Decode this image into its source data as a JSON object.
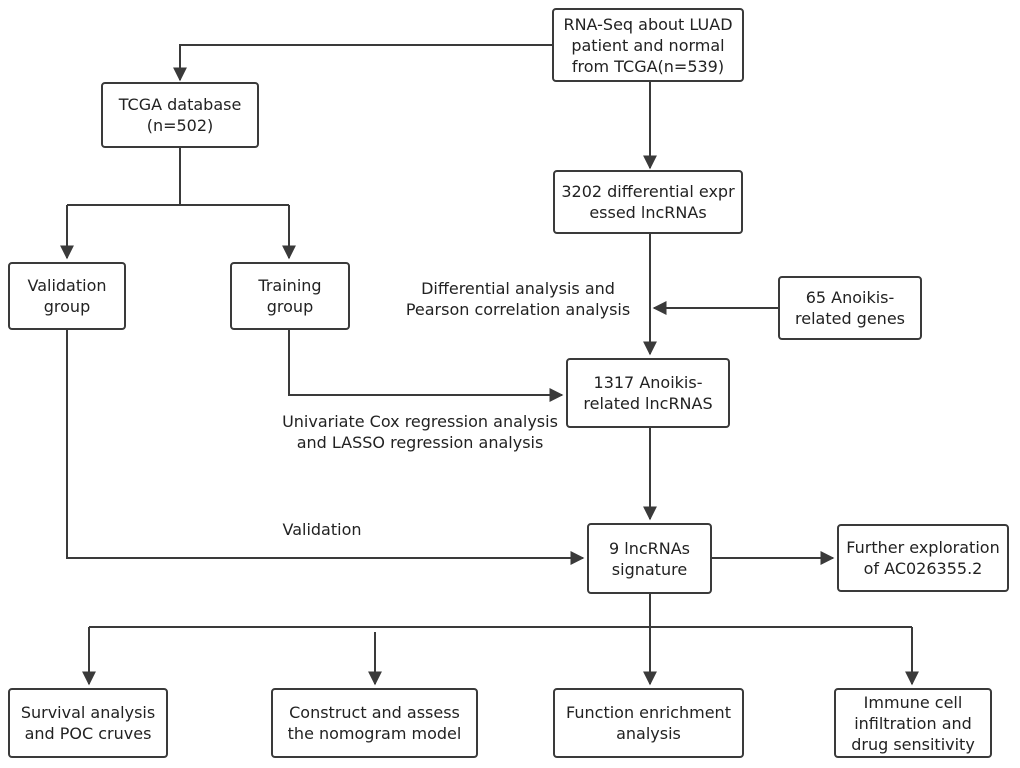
{
  "nodes": {
    "rna_seq": "RNA-Seq about LUAD\npatient and normal\nfrom TCGA(n=539)",
    "tcga_db": "TCGA database\n(n=502)",
    "diff_lnc": "3202 differential expr\nessed lncRNAs",
    "validation_group": "Validation\ngroup",
    "training_group": "Training\ngroup",
    "anoikis_genes": "65 Anoikis-\nrelated genes",
    "anoikis_lnc": "1317 Anoikis-\nrelated lncRNAS",
    "signature": "9 lncRNAs\nsignature",
    "further": "Further exploration\nof AC026355.2",
    "survival": "Survival analysis\nand POC cruves",
    "nomogram": "Construct  and assess\nthe nomogram model",
    "function": "Function enrichment\nanalysis",
    "immune": "Immune cell\ninfiltration and\ndrug sensitivity"
  },
  "labels": {
    "diff_pearson": "Differential analysis and\nPearson correlation analysis",
    "cox_lasso": "Univariate Cox regression analysis\nand LASSO regression analysis",
    "validation": "Validation"
  },
  "colors": {
    "line": "#3a3a3a",
    "border": "#3a3a3a"
  }
}
